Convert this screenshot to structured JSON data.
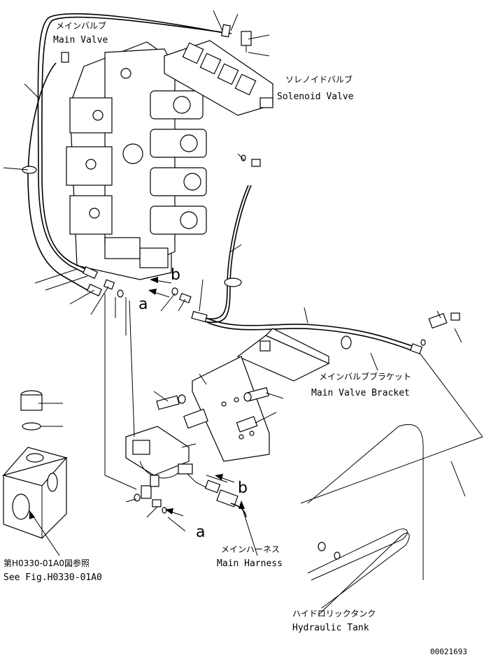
{
  "labels": {
    "main_valve": {
      "jp": "メインバルブ",
      "en": "Main Valve"
    },
    "solenoid_valve": {
      "jp": "ソレノイドバルブ",
      "en": "Solenoid Valve"
    },
    "main_valve_bracket": {
      "jp": "メインバルブブラケット",
      "en": "Main Valve Bracket"
    },
    "main_harness": {
      "jp": "メインハーネス",
      "en": "Main Harness"
    },
    "hydraulic_tank": {
      "jp": "ハイドロリックタンク",
      "en": "Hydraulic Tank"
    },
    "see_fig": {
      "jp": "第H0330-01A0図参照",
      "en": "See Fig.H0330-01A0"
    }
  },
  "reference_marks": {
    "a1": "a",
    "a2": "a",
    "b1": "b",
    "b2": "b"
  },
  "drawing_number": "00021693"
}
